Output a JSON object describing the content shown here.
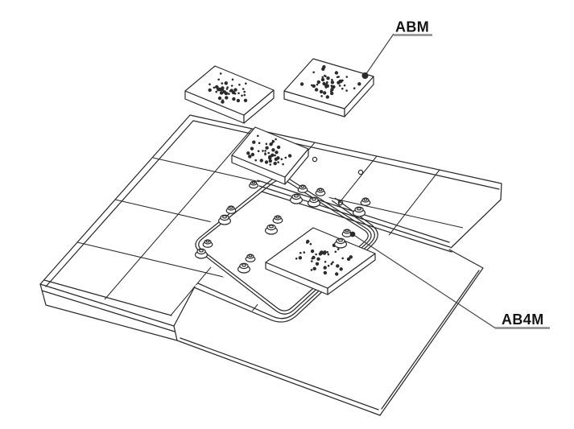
{
  "figure": {
    "kind": "exploded isometric technical line drawing",
    "background": "#ffffff",
    "ink": "#2b2b2b",
    "leader_color": "#474747",
    "underline_color": "#8a8a8a",
    "label_color": "#141414"
  },
  "labels": {
    "abm": {
      "text": "ABM"
    },
    "ab4m": {
      "text": "AB4M"
    }
  }
}
